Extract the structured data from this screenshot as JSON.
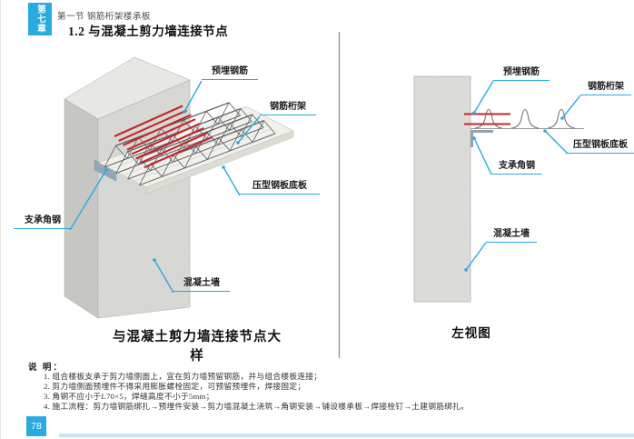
{
  "page": {
    "chapter_tab": "第七章",
    "section_header": "第一节 钢筋桁架楼承板",
    "title": "1.2 与混凝土剪力墙连接节点",
    "page_number": "78"
  },
  "detail_view": {
    "caption": "与混凝土剪力墙连接节点大样",
    "labels": {
      "embedded_rebar": "预埋钢筋",
      "steel_truss": "钢筋桁架",
      "profiled_sheet": "压型钢板底板",
      "support_angle": "支承角钢",
      "concrete_wall": "混凝土墙"
    }
  },
  "side_view": {
    "caption": "左视图",
    "labels": {
      "embedded_rebar": "预埋钢筋",
      "steel_truss": "钢筋桁架",
      "profiled_sheet": "压型钢板底板",
      "support_angle": "支承角钢",
      "concrete_wall": "混凝土墙"
    }
  },
  "notes": {
    "heading": "说 明：",
    "items": [
      "1. 组合楼板支承于剪力墙侧面上，宜在剪力墙预留钢筋，并与组合楼板连接；",
      "2. 剪力墙侧面预埋件不得采用膨胀螺栓固定，可预留预埋件，焊接固定；",
      "3. 角钢不应小于L70×5，焊缝高度不小于5mm；",
      "4. 施工流程：剪力墙钢筋绑扎→预埋件安装→剪力墙混凝土浇筑→角钢安装→铺设楼承板→焊接栓钉→土建钢筋绑扎。"
    ]
  },
  "colors": {
    "accent": "#29ABE2",
    "rebar_red": "#C1272D",
    "concrete_gray": "#DCDCD9"
  }
}
